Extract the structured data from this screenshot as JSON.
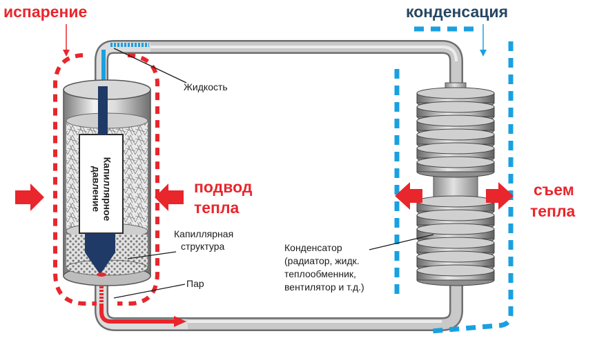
{
  "labels": {
    "evaporation": "испарение",
    "condensation": "конденсация",
    "heat_in_line1": "подвод",
    "heat_in_line2": "тепла",
    "heat_out_line1": "съем",
    "heat_out_line2": "тепла",
    "liquid": "Жидкость",
    "capillary_structure_line1": "Капиллярная",
    "capillary_structure_line2": "структура",
    "vapor": "Пар",
    "condenser_line1": "Конденсатор",
    "condenser_line2": "(радиатор, жидк.",
    "condenser_line3": "теплообменник,",
    "condenser_line4": "вентилятор и т.д.)",
    "capillary_pressure_line1": "Капиллярное",
    "capillary_pressure_line2": "давление"
  },
  "colors": {
    "red": "#e8262c",
    "blue": "#1aa0e0",
    "navy": "#1f3a66",
    "pipe": "#b3b3b3",
    "pipe_edge": "#6e6e6e",
    "title_blue": "#274763"
  }
}
